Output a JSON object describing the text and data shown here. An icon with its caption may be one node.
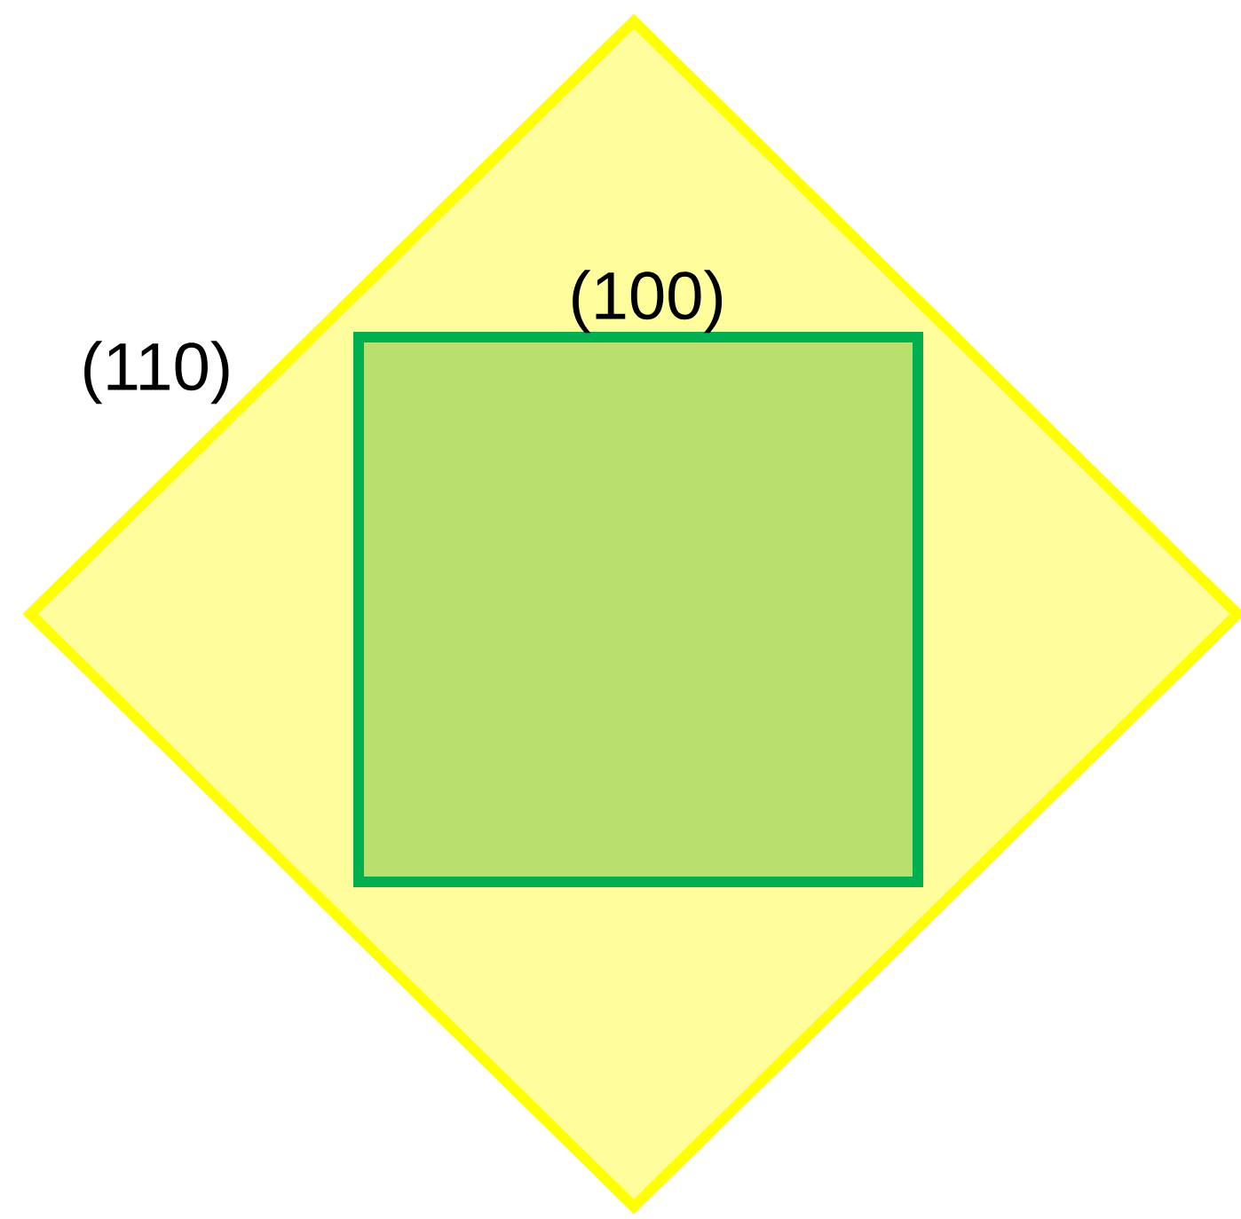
{
  "diagram": {
    "nodes": [
      {
        "text": [
          "(110)"
        ]
      },
      {
        "text": [
          "(100)"
        ],
        "in": 0
      }
    ]
  }
}
